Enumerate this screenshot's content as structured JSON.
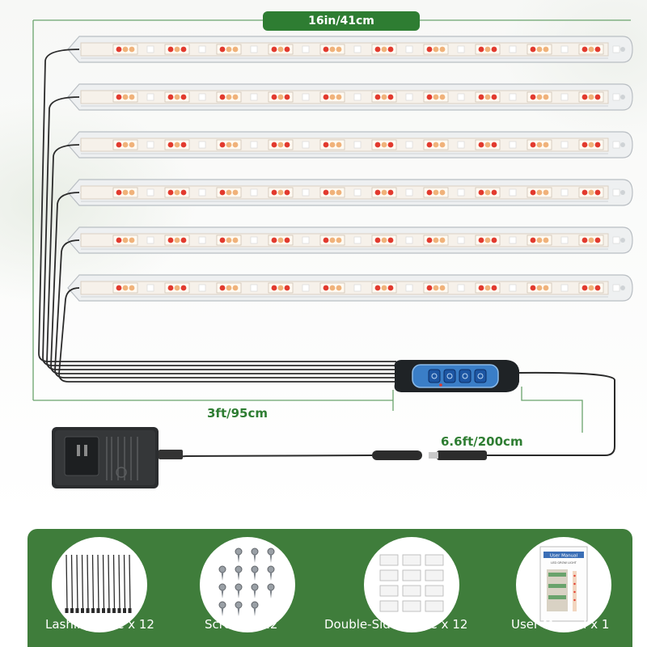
{
  "dimensions": {
    "width_label": "16in/41cm",
    "cable_to_controller_label": "3ft/95cm",
    "controller_to_adapter_label": "6.6ft/200cm"
  },
  "colors": {
    "accent_green": "#2e7d32",
    "panel_green": "#3f7d3b",
    "led_red": "#e23a2e",
    "led_warm": "#f0b27a",
    "controller_blue": "#2f80d1"
  },
  "light_strips": {
    "count": 6,
    "leds_per_strip": 10
  },
  "controller": {
    "buttons": [
      "timer-icon",
      "mode-icon",
      "brightness-down-icon",
      "brightness-up-icon"
    ]
  },
  "accessories": [
    {
      "label": "Lashing Tape x 12",
      "icon": "cable-ties-icon"
    },
    {
      "label": "Screws x 12",
      "icon": "screws-icon"
    },
    {
      "label": "Double-Sided Tape x 12",
      "icon": "tape-pads-icon"
    },
    {
      "label": "User Manual x 1",
      "icon": "manual-icon"
    }
  ],
  "manual": {
    "title": "User Manual",
    "subtitle": "LED GROW LIGHT"
  }
}
